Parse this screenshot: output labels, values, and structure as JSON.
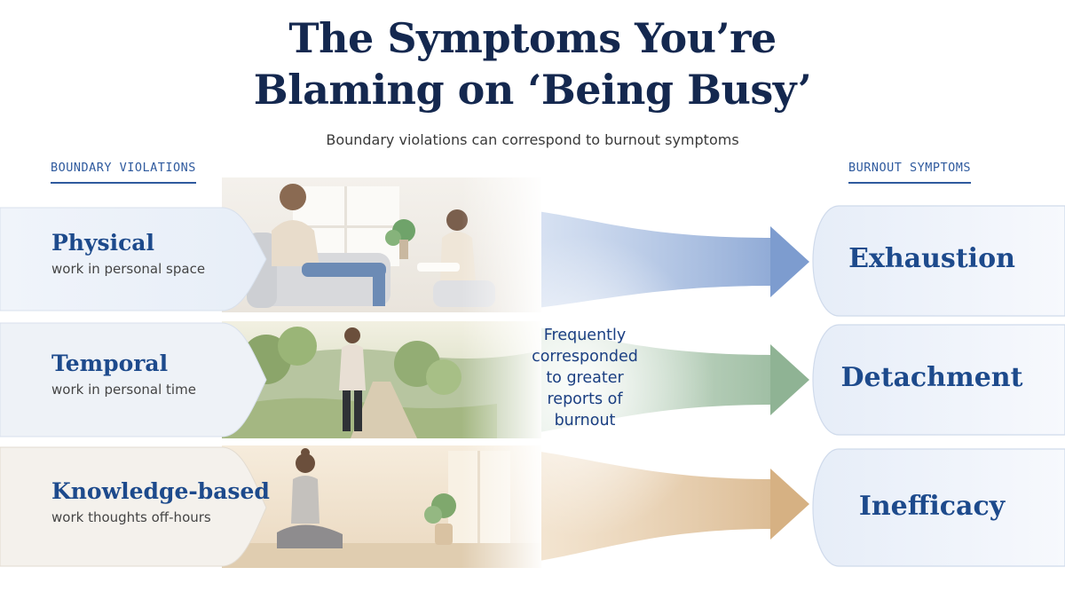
{
  "title_line1": "The Symptoms You’re",
  "title_line2": "Blaming on ‘Being Busy’",
  "subtitle": "Boundary violations can correspond to burnout symptoms",
  "left_header": "BOUNDARY VIOLATIONS",
  "right_header": "BURNOUT SYMPTOMS",
  "violations": [
    {
      "name": "Physical",
      "desc": "work in personal space",
      "scene": "therapy-session-photo"
    },
    {
      "name": "Temporal",
      "desc": "work in personal time",
      "scene": "woman-walking-trail-photo"
    },
    {
      "name": "Knowledge-based",
      "desc": "work thoughts off-hours",
      "scene": "woman-meditating-photo"
    }
  ],
  "center_note": [
    "Frequently",
    "corresponded",
    "to greater",
    "reports of",
    "burnout"
  ],
  "symptoms": [
    "Exhaustion",
    "Detachment",
    "Inefficacy"
  ],
  "colors": {
    "title": "#14284f",
    "accent_blue": "#2f5a9e",
    "flow_blue": "#7d9ccf",
    "flow_green": "#8fb394",
    "flow_tan": "#d6b183"
  }
}
